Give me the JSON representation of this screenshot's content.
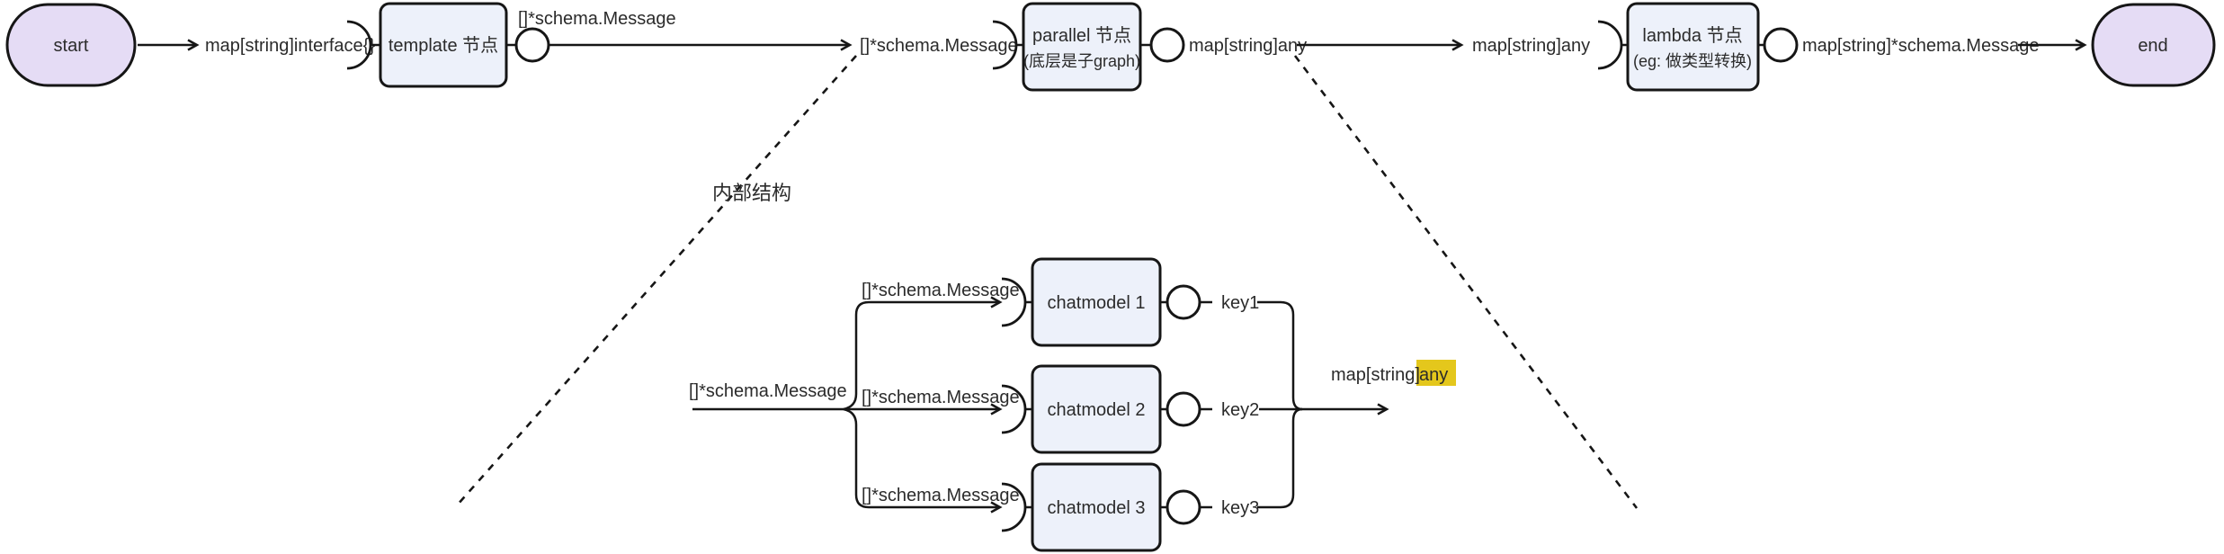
{
  "main_flow": {
    "start_label": "start",
    "input_type": "map[string]interface{}",
    "template_node": {
      "label": "template 节点",
      "output_type": "[]*schema.Message"
    },
    "edge_to_parallel_type": "[]*schema.Message",
    "parallel_node": {
      "label_line1": "parallel 节点",
      "label_line2": "(底层是子graph)",
      "output_type": "map[string]any"
    },
    "edge_to_lambda_type": "map[string]any",
    "lambda_node": {
      "label_line1": "lambda 节点",
      "label_line2": "(eg: 做类型转换)",
      "output_type": "map[string]*schema.Message"
    },
    "end_label": "end"
  },
  "internal_structure": {
    "section_label": "内部结构",
    "input_type": "[]*schema.Message",
    "branches": [
      {
        "edge_type": "[]*schema.Message",
        "node_label": "chatmodel 1",
        "output_key": "key1"
      },
      {
        "edge_type": "[]*schema.Message",
        "node_label": "chatmodel 2",
        "output_key": "key2"
      },
      {
        "edge_type": "[]*schema.Message",
        "node_label": "chatmodel 3",
        "output_key": "key3"
      }
    ],
    "output_type_prefix": "map[string]",
    "output_type_highlighted": "any"
  },
  "colors": {
    "terminal_fill": "#e5dcf5",
    "node_fill": "#edf1fa",
    "stroke": "#161616",
    "text": "#2b2b2b",
    "highlight": "#e4c71c"
  }
}
